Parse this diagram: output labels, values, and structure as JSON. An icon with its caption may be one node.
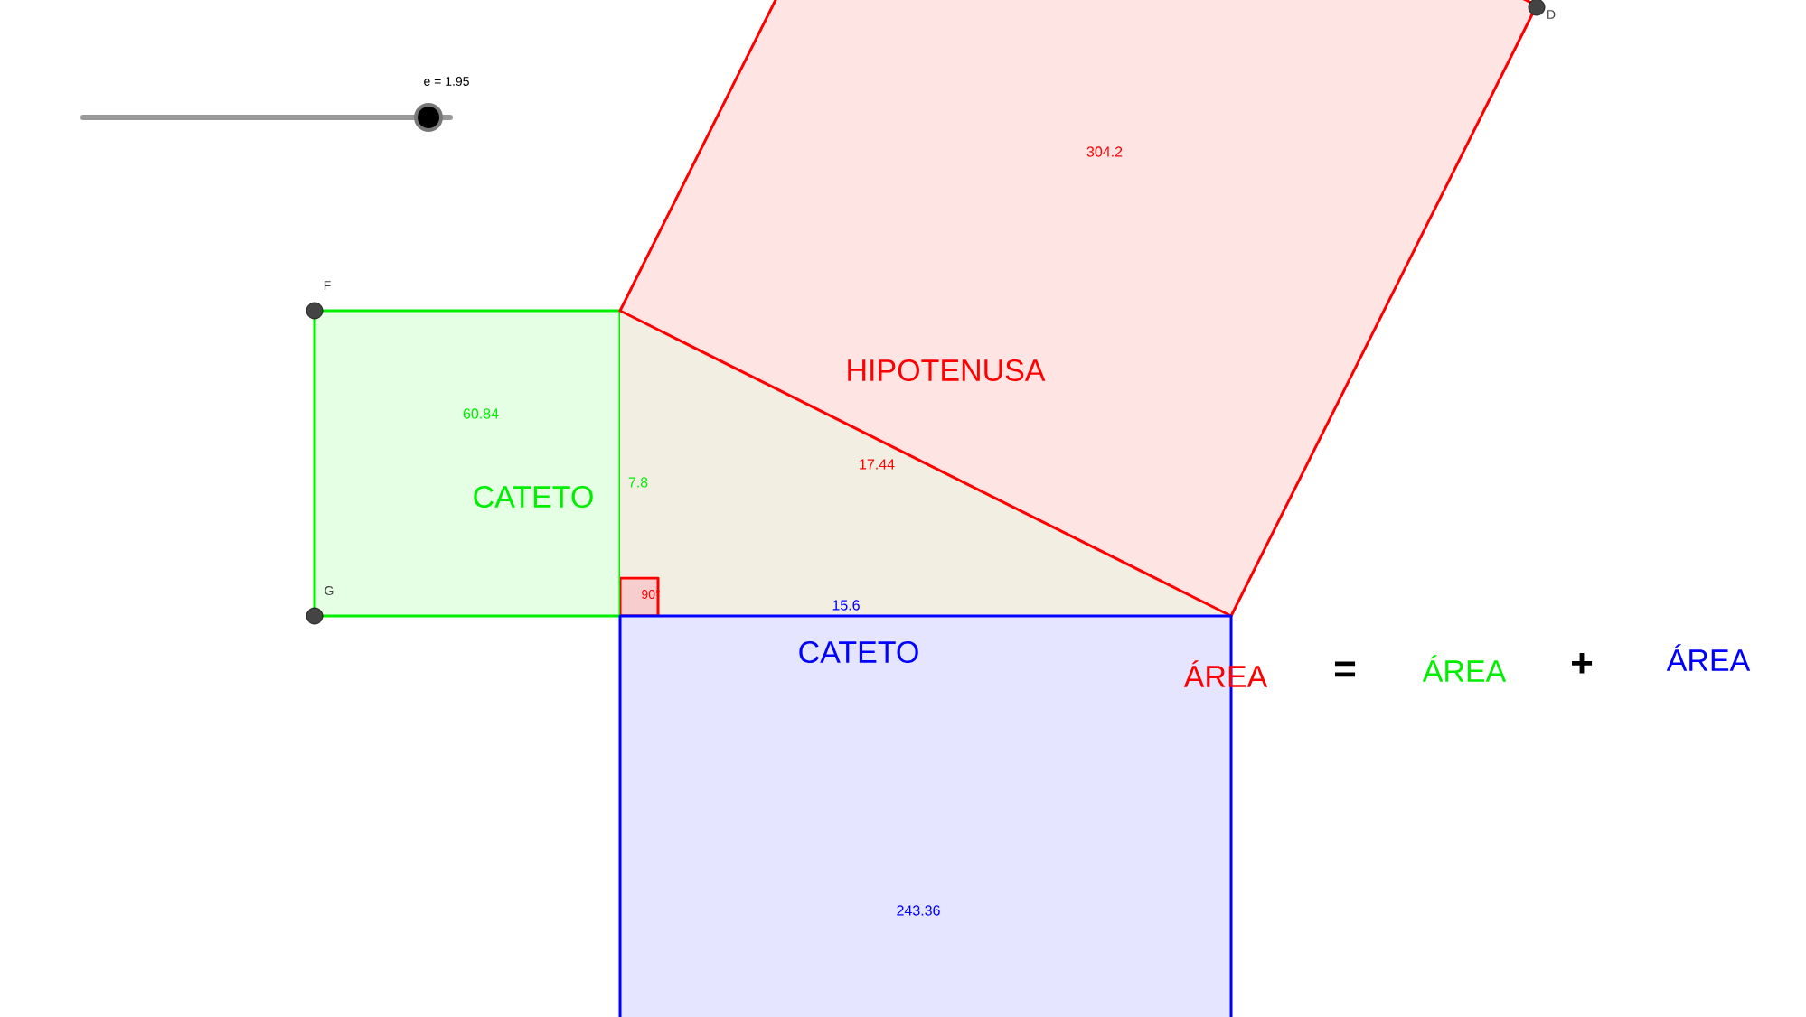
{
  "diagram": {
    "nodes": [
      {
        "text": [
          "60.84",
          "CATETO"
        ]
      },
      {
        "text": [
          "7.8",
          "17.44",
          "15.6"
        ]
      },
      {
        "text": [
          "304.2",
          "HIPOTENUSA"
        ]
      },
      {
        "text": [
          "90°"
        ],
        "in": 1
      },
      {
        "text": [
          "CATETO",
          "243.36"
        ]
      }
    ],
    "labels": [
      "e = 1.95",
      "D",
      "F",
      "G",
      "ÁREA",
      "=",
      "ÁREA",
      "+",
      "ÁREA"
    ]
  }
}
